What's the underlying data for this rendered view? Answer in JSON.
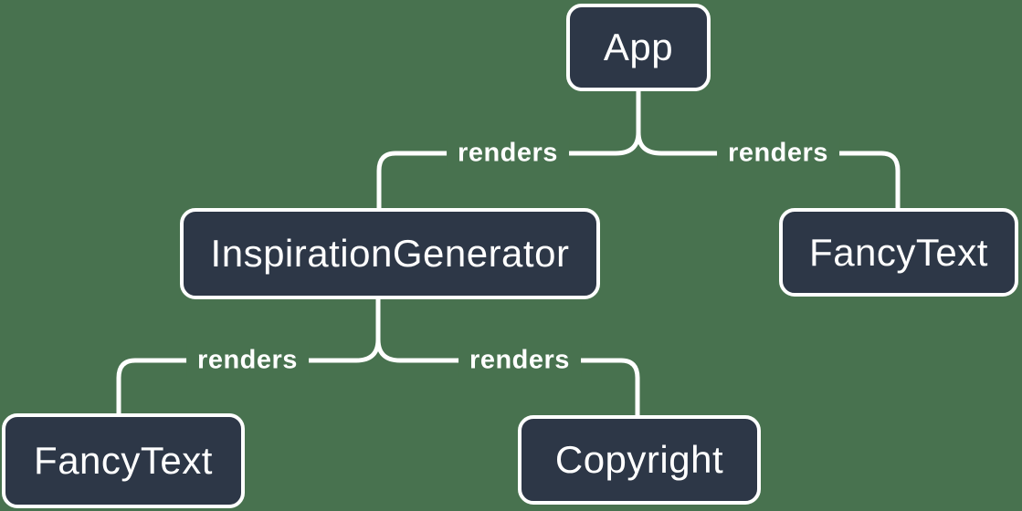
{
  "diagram": {
    "type": "tree",
    "nodes": [
      {
        "id": "app",
        "label": "App"
      },
      {
        "id": "inspiration-generator",
        "label": "InspirationGenerator"
      },
      {
        "id": "fancy-text-top",
        "label": "FancyText"
      },
      {
        "id": "fancy-text-bottom",
        "label": "FancyText"
      },
      {
        "id": "copyright",
        "label": "Copyright"
      }
    ],
    "edges": [
      {
        "from": "App",
        "to": "InspirationGenerator",
        "label": "renders"
      },
      {
        "from": "App",
        "to": "FancyText",
        "label": "renders"
      },
      {
        "from": "InspirationGenerator",
        "to": "FancyText",
        "label": "renders"
      },
      {
        "from": "InspirationGenerator",
        "to": "Copyright",
        "label": "renders"
      }
    ],
    "colors": {
      "background": "#48724f",
      "node_fill": "#2d3747",
      "node_border": "#ffffff",
      "line": "#ffffff",
      "text": "#ffffff"
    }
  }
}
